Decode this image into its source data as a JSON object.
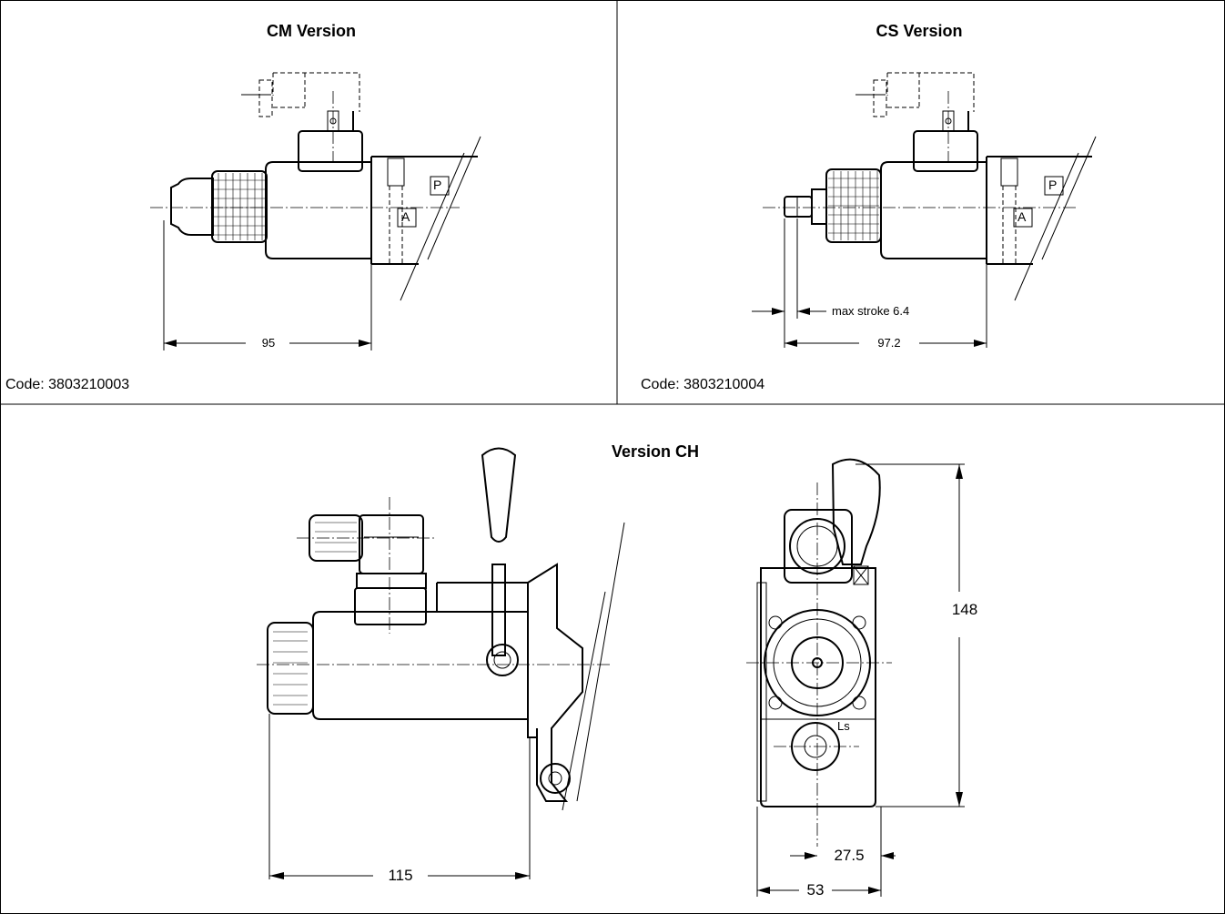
{
  "panels": {
    "cm": {
      "title": "CM Version",
      "code": "Code: 3803210003",
      "dimension": "95",
      "ports": [
        "P",
        "A"
      ]
    },
    "cs": {
      "title": "CS Version",
      "code": "Code: 3803210004",
      "dimension": "97.2",
      "stroke_label": "max stroke 6.4",
      "ports": [
        "P",
        "A"
      ]
    },
    "ch": {
      "title": "Version CH",
      "side_dimension": "115",
      "height_dimension": "148",
      "offset_dimension": "27.5",
      "width_dimension": "53",
      "port_label": "Ls"
    }
  }
}
